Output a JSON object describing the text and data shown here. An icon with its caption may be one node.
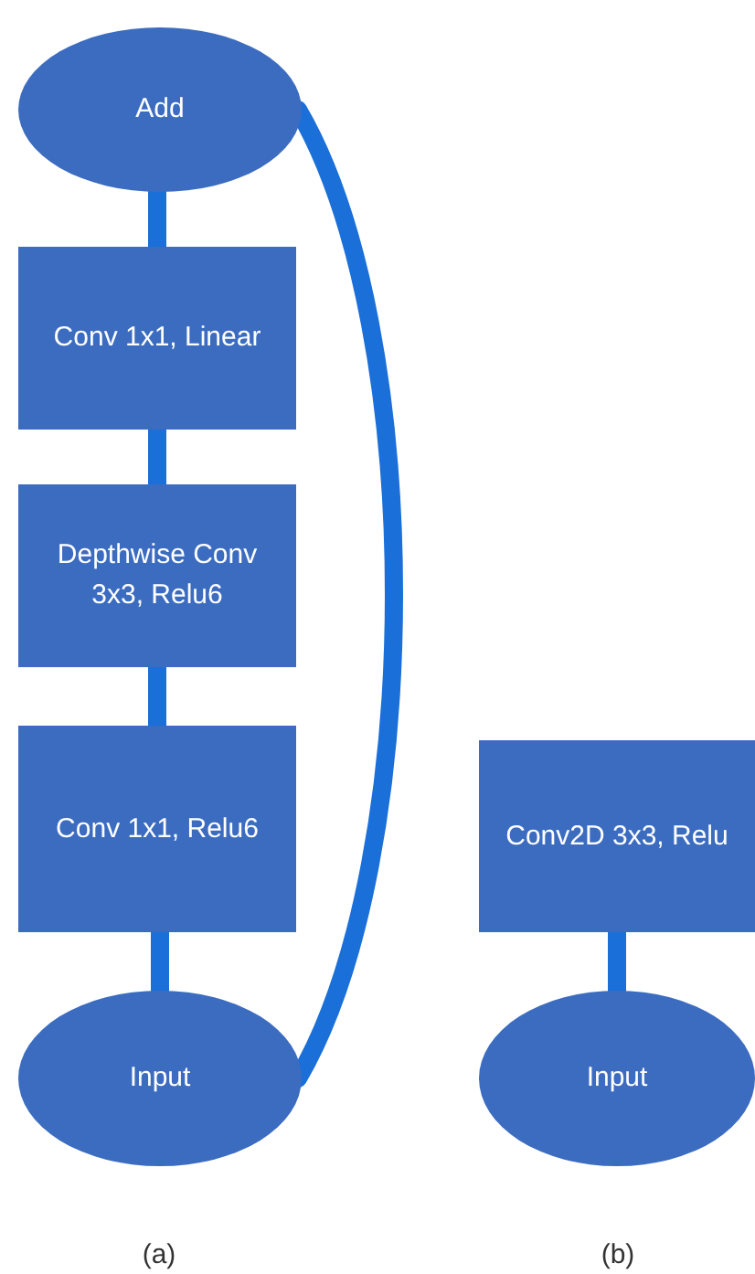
{
  "diagram": {
    "nodes": [
      {
        "text": [
          "Add"
        ]
      },
      {
        "text": [
          "Conv 1x1, Linear"
        ]
      },
      {
        "text": [
          "Depthwise Conv 3x3, Relu6"
        ]
      },
      {
        "text": [
          "Conv 1x1, Relu6"
        ]
      },
      {
        "text": [
          "Conv2D 3x3, Relu"
        ]
      },
      {
        "text": [
          "Input"
        ]
      },
      {
        "text": [
          "Input"
        ]
      }
    ],
    "edges": [
      {
        "from": 5,
        "to": 3,
        "arrow": "none"
      },
      {
        "from": 3,
        "to": 2,
        "arrow": "none"
      },
      {
        "from": 2,
        "to": 1,
        "arrow": "none"
      },
      {
        "from": 1,
        "to": 0,
        "arrow": "none"
      },
      {
        "from": 5,
        "to": 0,
        "arrow": "none"
      },
      {
        "from": 6,
        "to": 4,
        "arrow": "none"
      }
    ],
    "labels": [
      "(a)",
      "(b)"
    ]
  }
}
